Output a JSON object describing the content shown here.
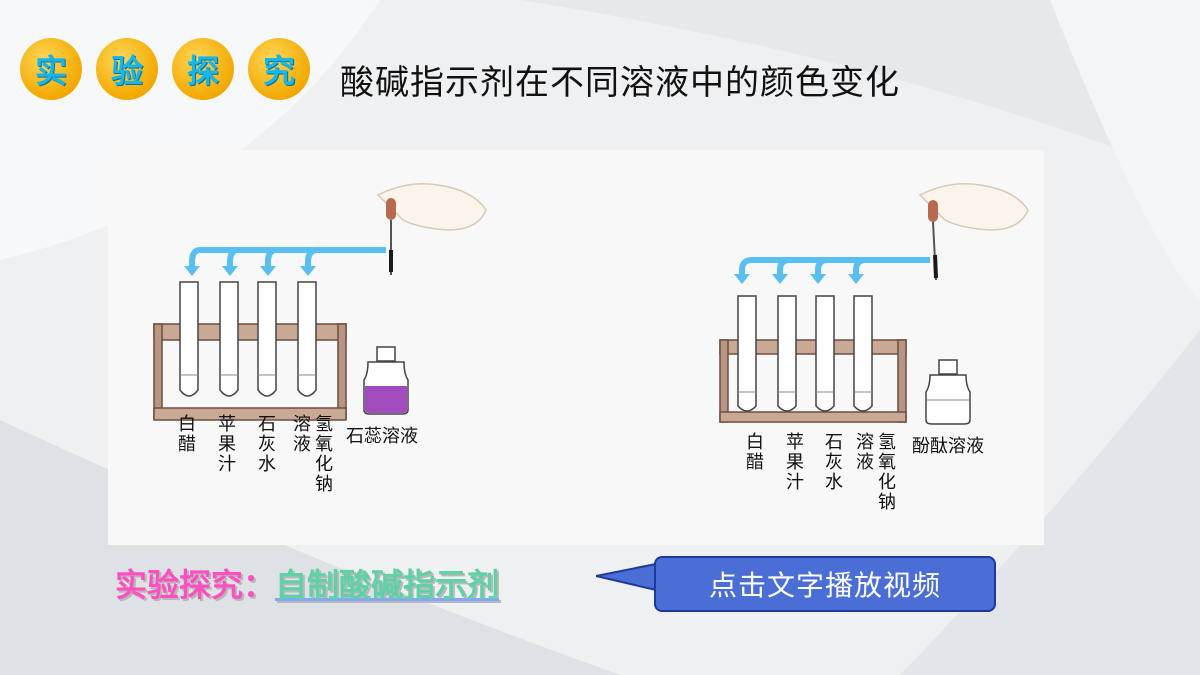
{
  "header": {
    "badges": [
      "实",
      "验",
      "探",
      "究"
    ],
    "title": "酸碱指示剂在不同溶液中的颜色变化"
  },
  "figure": {
    "left_tubes": [
      "白醋",
      "苹果汁",
      "石灰水",
      "溶液",
      "氢氧化钠"
    ],
    "left_bottle": "石蕊溶液",
    "right_tubes": [
      "白醋",
      "苹果汁",
      "石灰水",
      "溶液",
      "氢氧化钠"
    ],
    "right_bottle": "酚酞溶液",
    "colors": {
      "litmus": "#a24bbf",
      "arrow": "#58bff0",
      "rack": "#8a6b5a"
    }
  },
  "activity": {
    "prefix": "实验探究：",
    "link": "自制酸碱指示剂"
  },
  "callout": {
    "label": "点击文字播放视频"
  }
}
